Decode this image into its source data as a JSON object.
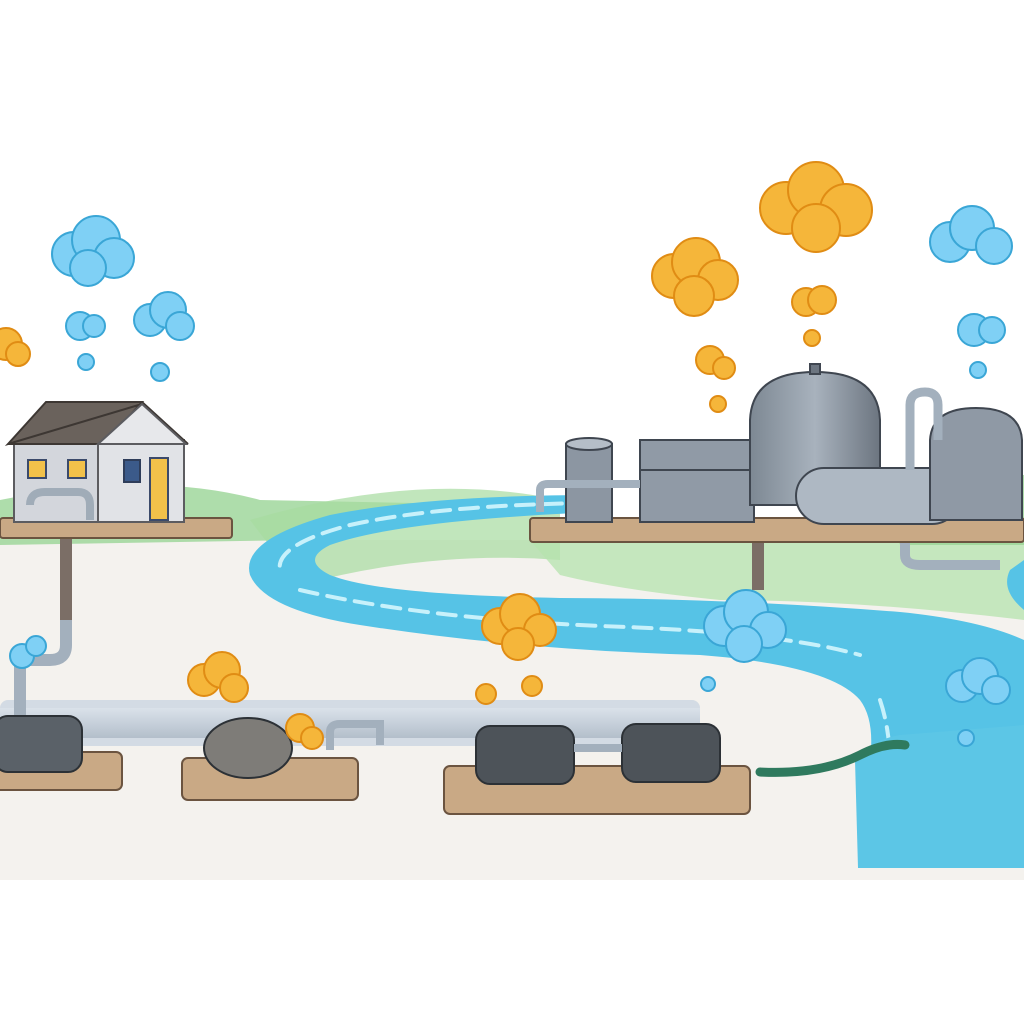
{
  "scene": {
    "title": "",
    "labels": [],
    "colors": {
      "background": "#ffffff",
      "grass": "#8ed08a",
      "ground": "#f3f1ec",
      "river": "#5cc6e6",
      "river_light": "#b6ecf8",
      "pipe": "#b9c6d2",
      "pipe_dark": "#6f7d8a",
      "tank": "#5a6168",
      "plant_metal": "#8c96a2",
      "house_wall": "#d7d9de",
      "house_roof": "#6a625c",
      "cloud_blue": "#7fd0f5",
      "cloud_orange": "#f5b63a",
      "platform": "#c9b08f"
    },
    "elements": {
      "house": "house",
      "treatment_plant": "treatment-plant",
      "river": "river",
      "pipeline": "underground-pipeline",
      "septic_tanks": [
        "septic-tank-1",
        "septic-tank-2",
        "septic-tank-3",
        "septic-tank-4"
      ],
      "clouds": {
        "orange": 7,
        "blue": 8
      },
      "outfall_hose": "outfall-hose"
    }
  }
}
